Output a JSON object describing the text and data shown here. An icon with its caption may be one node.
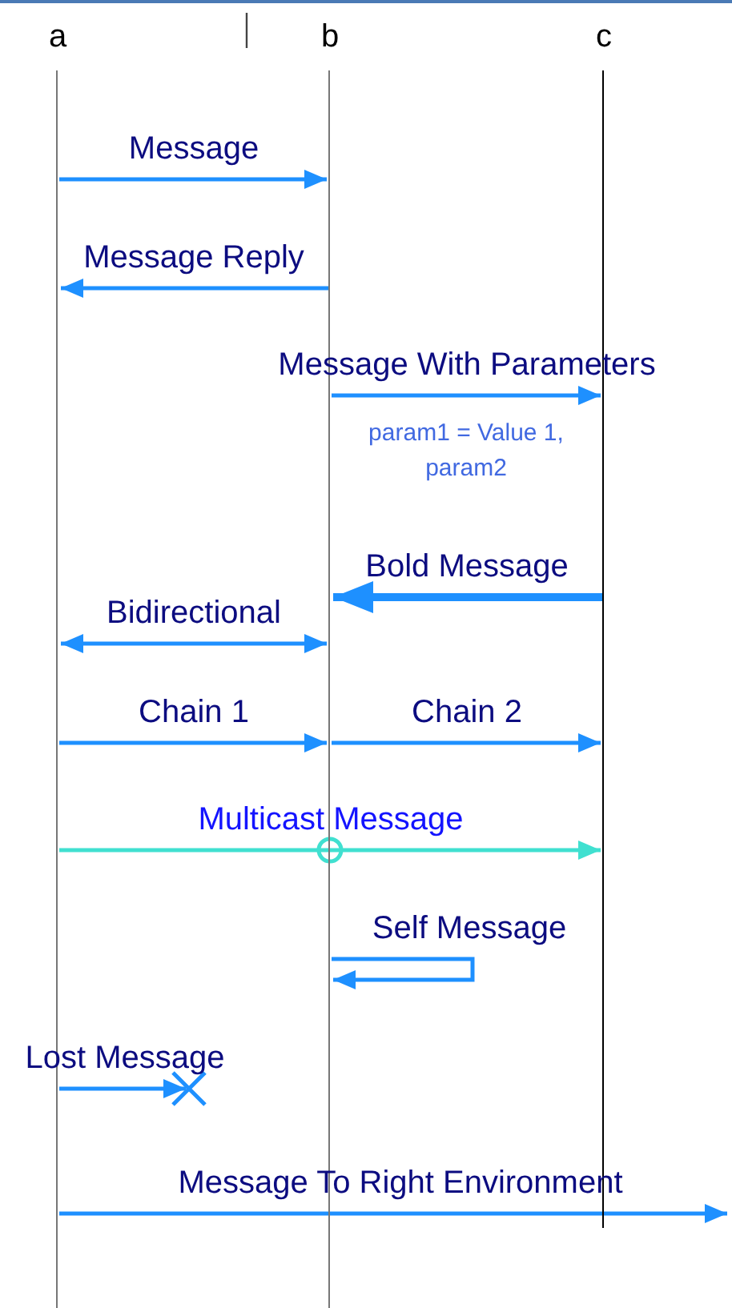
{
  "diagram": {
    "nodes": [
      {
        "text": [
          "a"
        ]
      },
      {
        "text": [
          "b"
        ]
      },
      {
        "text": [
          "c"
        ]
      }
    ],
    "edges": [
      {
        "from": 0,
        "to": 1,
        "arrow": "to",
        "label": "Message"
      },
      {
        "from": 1,
        "to": 0,
        "arrow": "to",
        "label": "Message Reply"
      },
      {
        "from": 1,
        "to": 2,
        "arrow": "to",
        "label": "Message With Parameters"
      },
      {
        "from": 2,
        "to": 1,
        "arrow": "to",
        "label": "Bold Message",
        "style": "thick"
      },
      {
        "from": 0,
        "to": 1,
        "arrow": "both",
        "label": "Bidirectional"
      },
      {
        "from": 0,
        "to": 1,
        "arrow": "to",
        "label": "Chain 1"
      },
      {
        "from": 1,
        "to": 2,
        "arrow": "to",
        "label": "Chain 2"
      },
      {
        "from": 0,
        "to": 2,
        "arrow": "to",
        "label": "Multicast Message",
        "color": "#40e0d0"
      },
      {
        "from": 1,
        "to": 1,
        "arrow": "to",
        "label": "Self Message"
      },
      {
        "from": 0,
        "to": null,
        "arrow": "to",
        "label": "Lost Message"
      },
      {
        "from": 0,
        "to": null,
        "arrow": "to",
        "label": "Message To Right Environment"
      }
    ],
    "labels": [
      "param1 = Value 1, param2"
    ]
  }
}
